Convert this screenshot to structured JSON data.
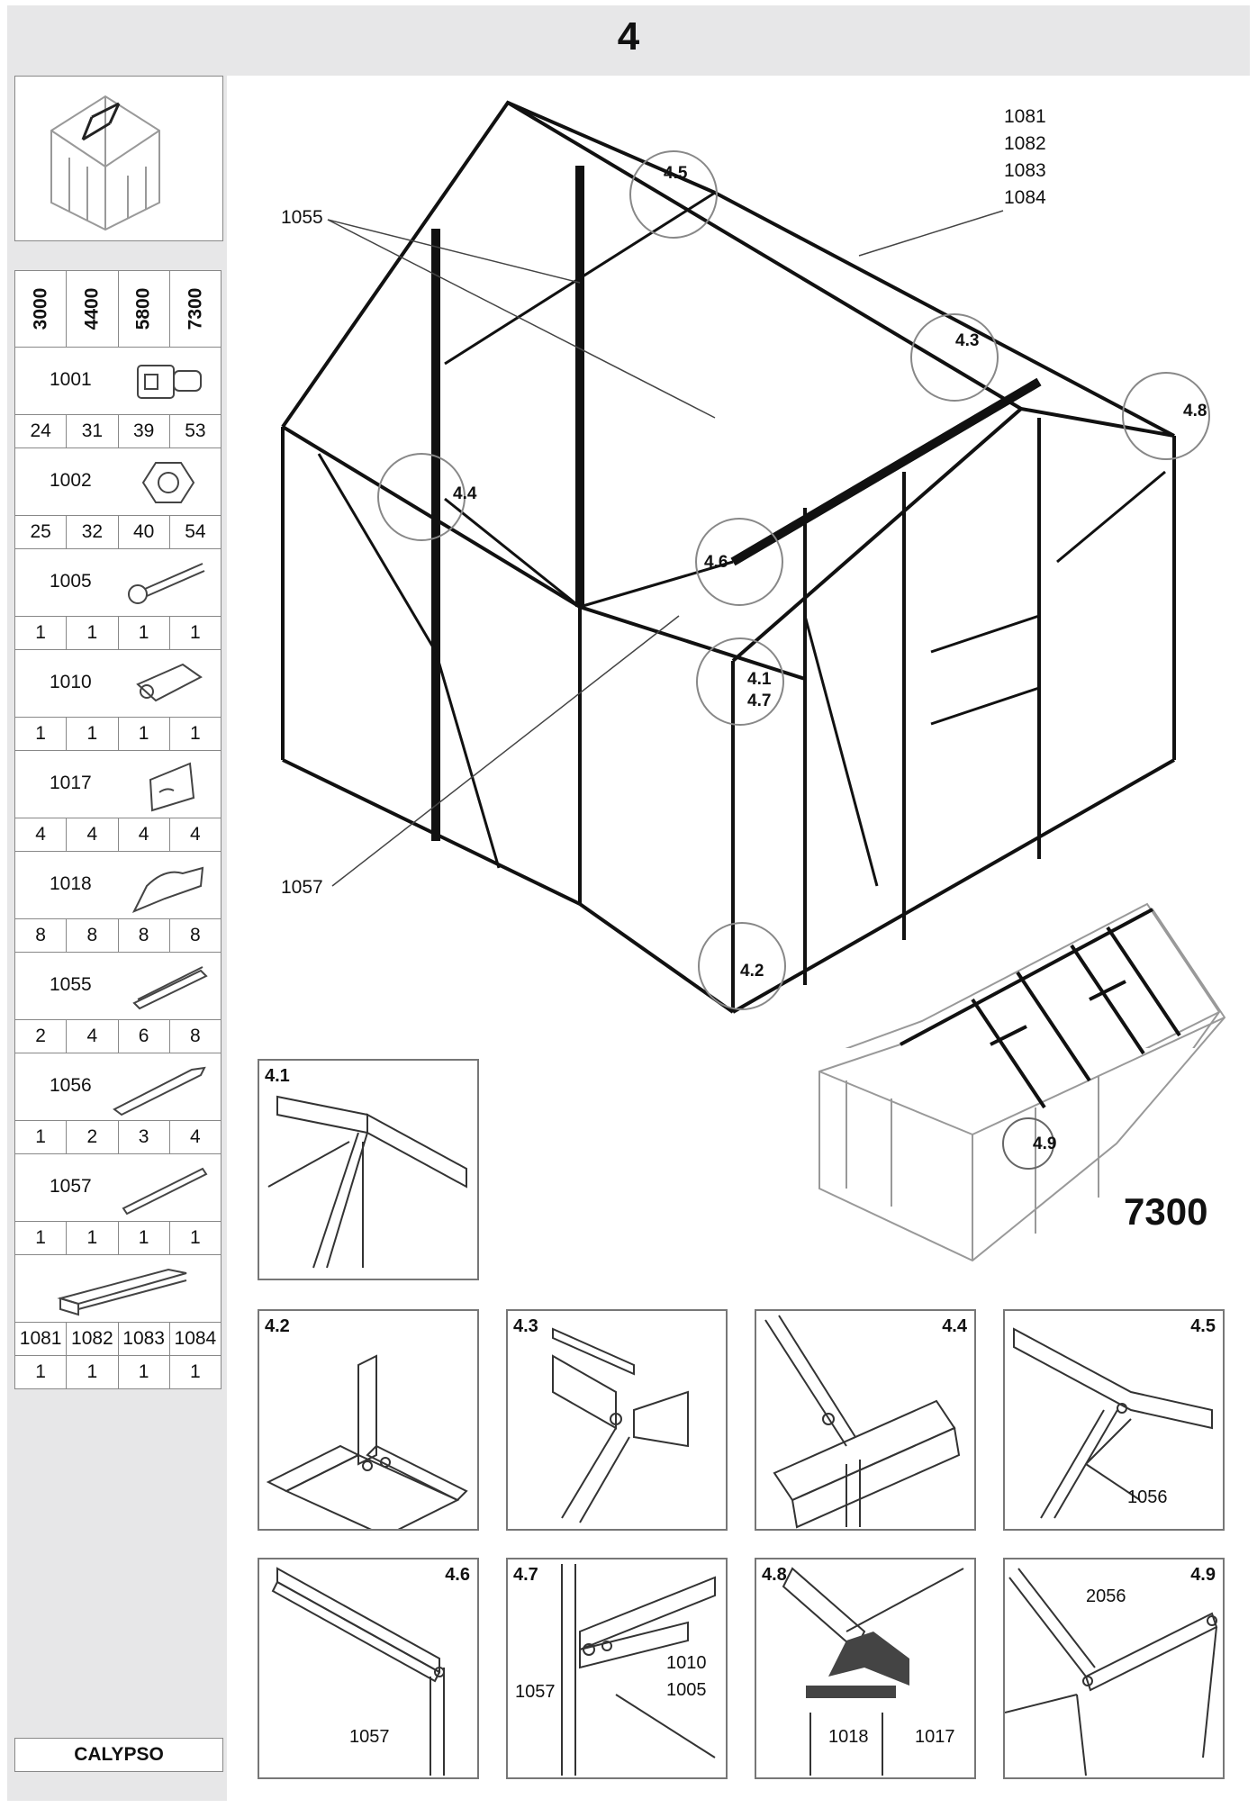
{
  "page_number": "4",
  "sidebar": {
    "models": [
      "3000",
      "4400",
      "5800",
      "7300"
    ],
    "parts": [
      {
        "id": "1001",
        "icon": "connector-part-icon",
        "qty": [
          "24",
          "31",
          "39",
          "53"
        ]
      },
      {
        "id": "1002",
        "icon": "hex-nut-icon",
        "qty": [
          "25",
          "32",
          "40",
          "54"
        ]
      },
      {
        "id": "1005",
        "icon": "bolt-icon",
        "qty": [
          "1",
          "1",
          "1",
          "1"
        ]
      },
      {
        "id": "1010",
        "icon": "sleeve-icon",
        "qty": [
          "1",
          "1",
          "1",
          "1"
        ]
      },
      {
        "id": "1017",
        "icon": "bracket-icon",
        "qty": [
          "4",
          "4",
          "4",
          "4"
        ]
      },
      {
        "id": "1018",
        "icon": "end-cap-icon",
        "qty": [
          "8",
          "8",
          "8",
          "8"
        ]
      },
      {
        "id": "1055",
        "icon": "rail-icon",
        "qty": [
          "2",
          "4",
          "6",
          "8"
        ]
      },
      {
        "id": "1056",
        "icon": "strut-icon",
        "qty": [
          "1",
          "2",
          "3",
          "4"
        ]
      },
      {
        "id": "1057",
        "icon": "bar-icon",
        "qty": [
          "1",
          "1",
          "1",
          "1"
        ]
      }
    ],
    "ridge": {
      "icon": "ridge-profile-icon",
      "ids": [
        "1081",
        "1082",
        "1083",
        "1084"
      ],
      "qty": [
        "1",
        "1",
        "1",
        "1"
      ]
    },
    "product_name": "CALYPSO"
  },
  "main": {
    "labels": {
      "ridge_parts": [
        "1081",
        "1082",
        "1083",
        "1084"
      ],
      "part_1055": "1055",
      "part_1057": "1057"
    },
    "refs": [
      "4.5",
      "4.3",
      "4.8",
      "4.4",
      "4.6",
      "4.1",
      "4.7",
      "4.2",
      "4.9"
    ],
    "model_label": "7300",
    "details": [
      {
        "label": "4.1",
        "parts": []
      },
      {
        "label": "4.2",
        "parts": []
      },
      {
        "label": "4.3",
        "parts": []
      },
      {
        "label": "4.4",
        "parts": []
      },
      {
        "label": "4.5",
        "parts": [
          "1056"
        ]
      },
      {
        "label": "4.6",
        "parts": [
          "1057"
        ]
      },
      {
        "label": "4.7",
        "parts": [
          "1010",
          "1005",
          "1057"
        ]
      },
      {
        "label": "4.8",
        "parts": [
          "1018",
          "1017"
        ]
      },
      {
        "label": "4.9",
        "parts": [
          "2056"
        ]
      }
    ]
  }
}
